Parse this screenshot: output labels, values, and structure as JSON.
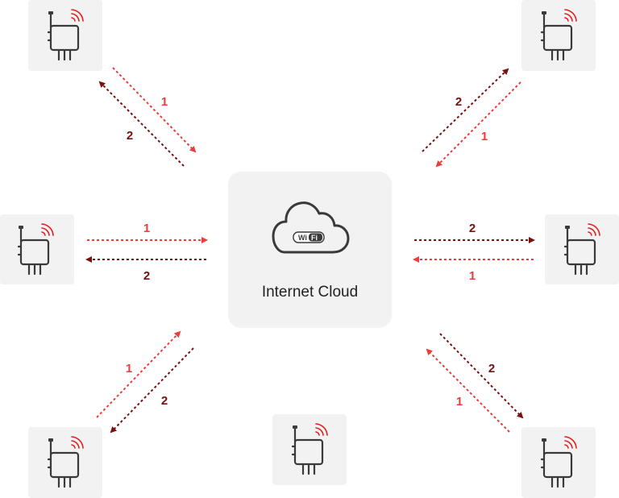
{
  "cloud": {
    "title": "Internet Cloud",
    "badge_left": "Wi",
    "badge_right": "Fi"
  },
  "colors": {
    "request": "#ee3b3b",
    "response": "#7a1010",
    "box": "#f2f2f2",
    "device": "#3a3a3a",
    "wifi_signal": "#e02020"
  },
  "devices": [
    {
      "name": "device-top-left"
    },
    {
      "name": "device-top-right"
    },
    {
      "name": "device-middle-left"
    },
    {
      "name": "device-middle-right"
    },
    {
      "name": "device-bottom-left"
    },
    {
      "name": "device-bottom-center"
    },
    {
      "name": "device-bottom-right"
    }
  ],
  "flows": [
    {
      "name": "flow-top-left-1",
      "label": "1",
      "kind": "request"
    },
    {
      "name": "flow-top-left-2",
      "label": "2",
      "kind": "response"
    },
    {
      "name": "flow-top-right-2",
      "label": "2",
      "kind": "response"
    },
    {
      "name": "flow-top-right-1",
      "label": "1",
      "kind": "request"
    },
    {
      "name": "flow-middle-left-1",
      "label": "1",
      "kind": "request"
    },
    {
      "name": "flow-middle-left-2",
      "label": "2",
      "kind": "response"
    },
    {
      "name": "flow-middle-right-2",
      "label": "2",
      "kind": "response"
    },
    {
      "name": "flow-middle-right-1",
      "label": "1",
      "kind": "request"
    },
    {
      "name": "flow-bottom-left-1",
      "label": "1",
      "kind": "request"
    },
    {
      "name": "flow-bottom-left-2",
      "label": "2",
      "kind": "response"
    },
    {
      "name": "flow-bottom-right-2",
      "label": "2",
      "kind": "response"
    },
    {
      "name": "flow-bottom-right-1",
      "label": "1",
      "kind": "request"
    }
  ]
}
